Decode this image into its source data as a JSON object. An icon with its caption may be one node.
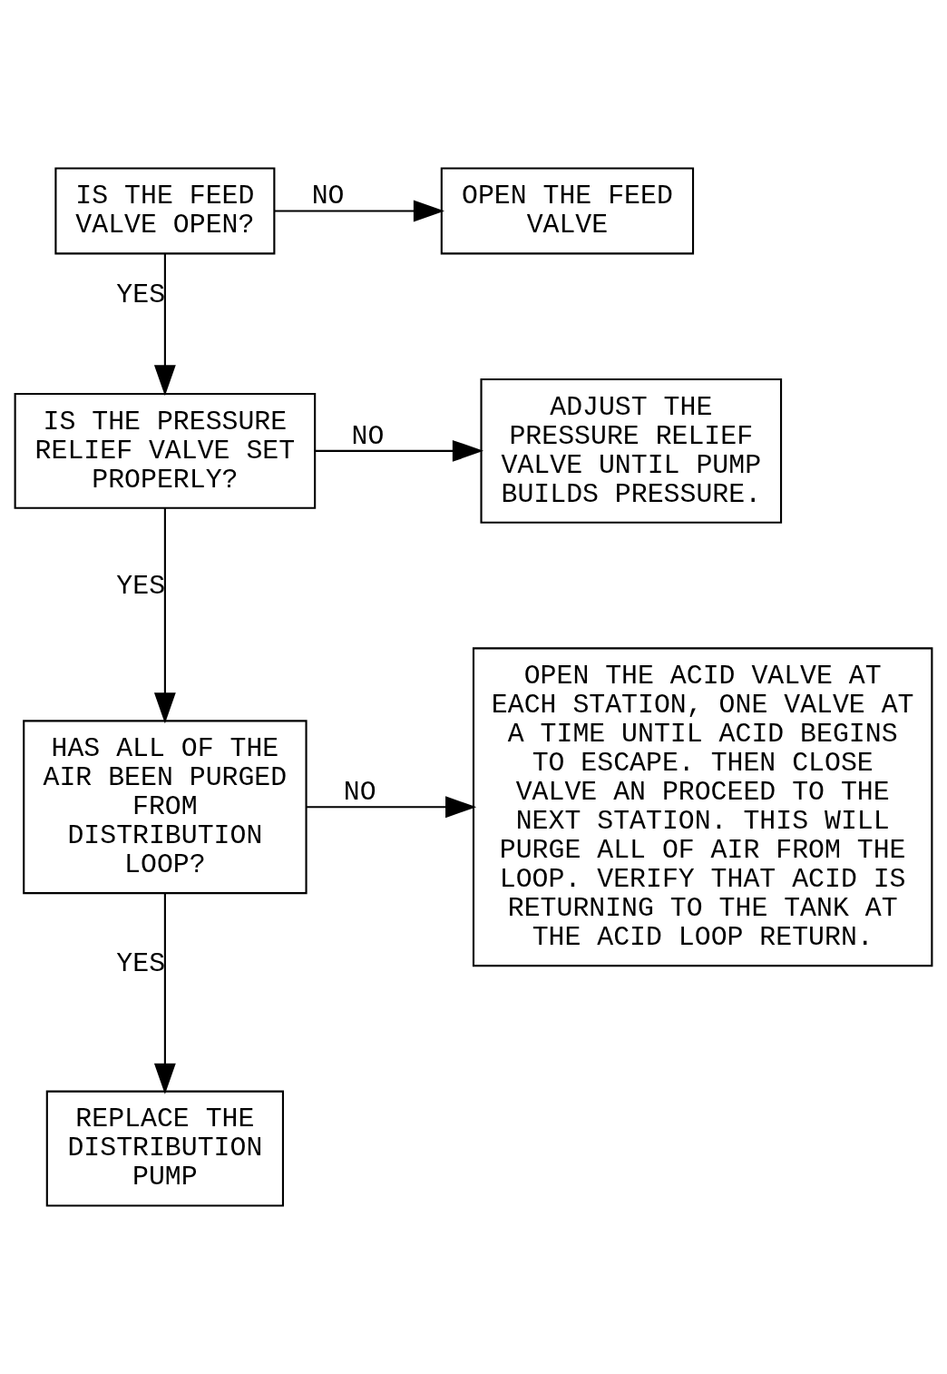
{
  "diagram": {
    "nodes": [
      {
        "text": [
          "IS THE FEED VALVE OPEN?"
        ]
      },
      {
        "text": [
          "OPEN THE FEED VALVE"
        ]
      },
      {
        "text": [
          "IS THE PRESSURE RELIEF VALVE SET PROPERLY?"
        ]
      },
      {
        "text": [
          "ADJUST THE PRESSURE RELIEF VALVE UNTIL PUMP BUILDS PRESSURE."
        ]
      },
      {
        "text": [
          "HAS ALL OF THE AIR BEEN PURGED FROM DISTRIBUTION LOOP?"
        ]
      },
      {
        "text": [
          "OPEN THE ACID VALVE AT EACH STATION, ONE VALVE AT A TIME UNTIL ACID BEGINS TO ESCAPE. THEN CLOSE VALVE AN PROCEED TO THE NEXT STATION. THIS WILL PURGE ALL OF AIR FROM THE LOOP. VERIFY THAT ACID IS RETURNING TO THE TANK AT THE ACID LOOP RETURN."
        ]
      },
      {
        "text": [
          "REPLACE THE DISTRIBUTION PUMP"
        ]
      }
    ],
    "edges": [
      {
        "from": 0,
        "to": 1,
        "arrow": "to",
        "label": "NO"
      },
      {
        "from": 0,
        "to": 2,
        "arrow": "to",
        "label": "YES"
      },
      {
        "from": 2,
        "to": 3,
        "arrow": "to",
        "label": "NO"
      },
      {
        "from": 2,
        "to": 4,
        "arrow": "to",
        "label": "YES"
      },
      {
        "from": 4,
        "to": 5,
        "arrow": "to",
        "label": "NO"
      },
      {
        "from": 4,
        "to": 6,
        "arrow": "to",
        "label": "YES"
      }
    ]
  }
}
